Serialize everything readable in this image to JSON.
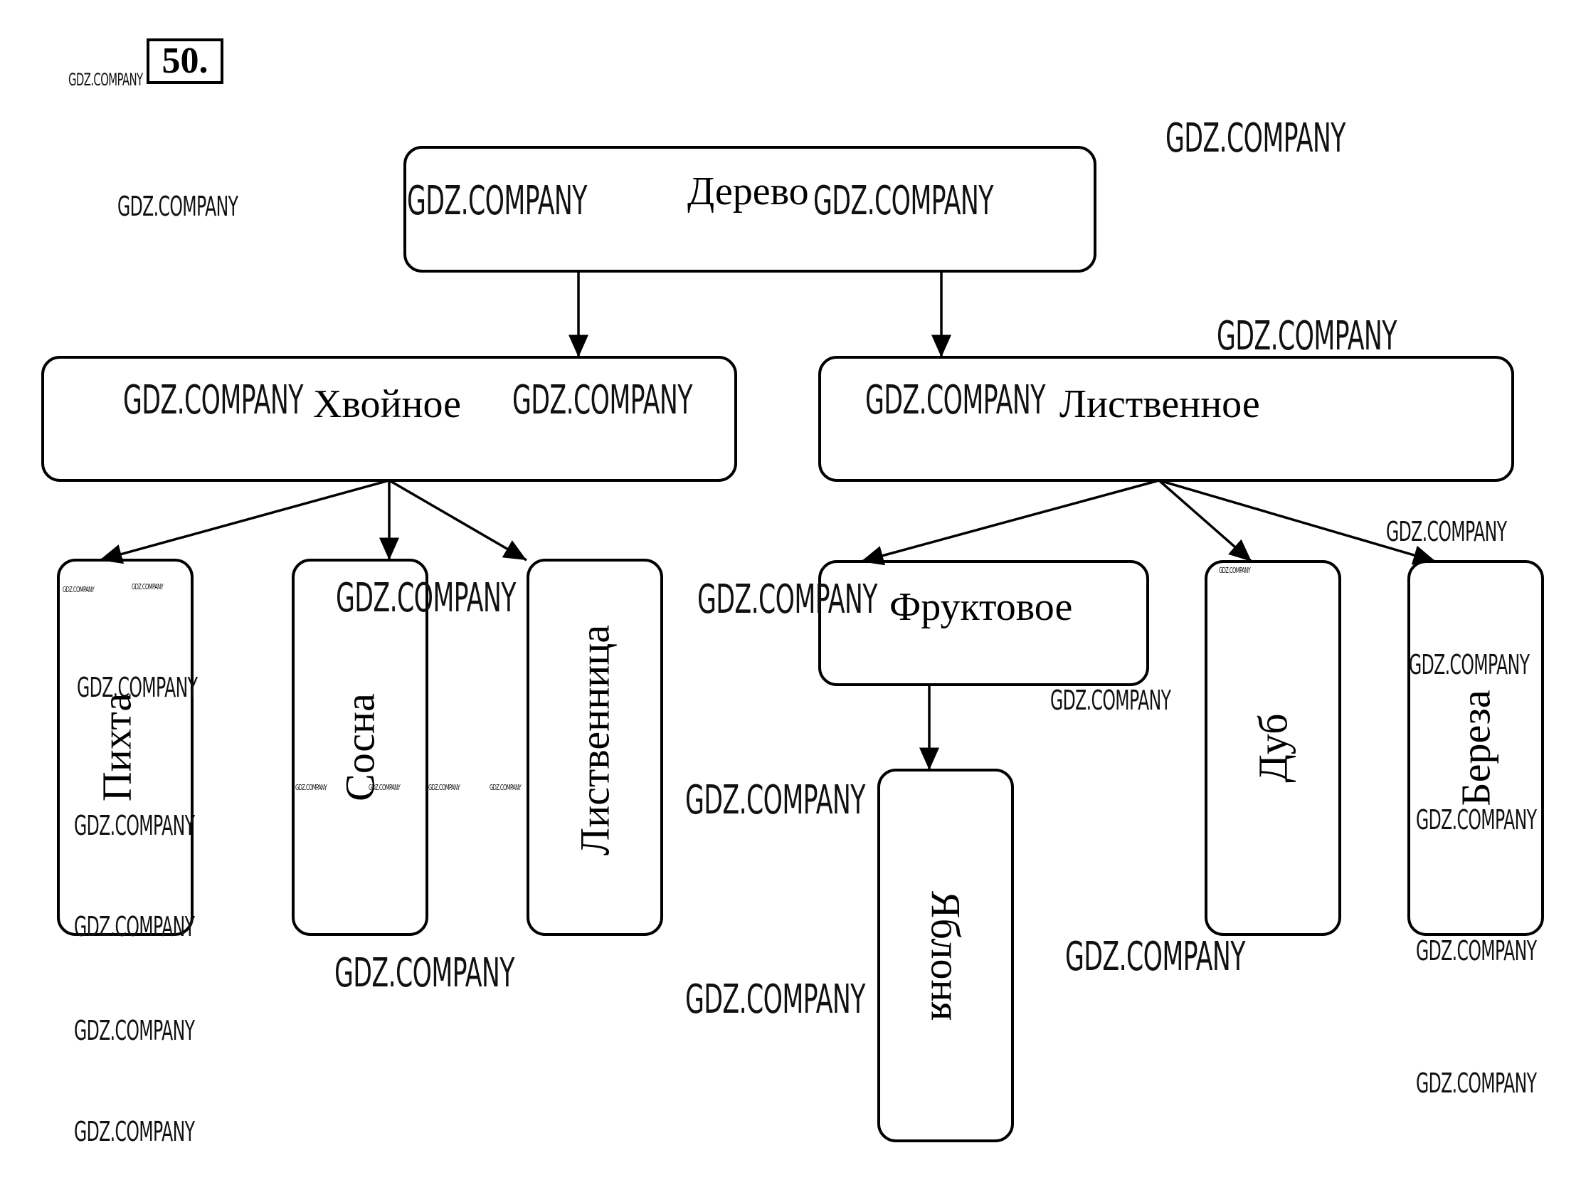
{
  "task": {
    "number_label": "50."
  },
  "diagram": {
    "type": "tree",
    "root": {
      "id": "derevo",
      "label": "Дерево"
    },
    "nodes": [
      {
        "id": "derevo",
        "label": "Дерево",
        "level": 0
      },
      {
        "id": "hvoinoe",
        "label": "Хвойное",
        "level": 1,
        "parent": "derevo"
      },
      {
        "id": "listvennoe",
        "label": "Лиственное",
        "level": 1,
        "parent": "derevo"
      },
      {
        "id": "pikhta",
        "label": "Пихта",
        "level": 2,
        "parent": "hvoinoe"
      },
      {
        "id": "sosna",
        "label": "Сосна",
        "level": 2,
        "parent": "hvoinoe"
      },
      {
        "id": "listvennitsa",
        "label": "Лиственница",
        "level": 2,
        "parent": "hvoinoe"
      },
      {
        "id": "fruktovoe",
        "label": "Фруктовое",
        "level": 2,
        "parent": "listvennoe"
      },
      {
        "id": "dub",
        "label": "Дуб",
        "level": 2,
        "parent": "listvennoe"
      },
      {
        "id": "bereza",
        "label": "Береза",
        "level": 2,
        "parent": "listvennoe"
      },
      {
        "id": "yablonya",
        "label": "Яблоня",
        "level": 3,
        "parent": "fruktovoe"
      }
    ],
    "edges": [
      {
        "from": "derevo",
        "to": "hvoinoe"
      },
      {
        "from": "derevo",
        "to": "listvennoe"
      },
      {
        "from": "hvoinoe",
        "to": "pikhta"
      },
      {
        "from": "hvoinoe",
        "to": "sosna"
      },
      {
        "from": "hvoinoe",
        "to": "listvennitsa"
      },
      {
        "from": "listvennoe",
        "to": "fruktovoe"
      },
      {
        "from": "listvennoe",
        "to": "dub"
      },
      {
        "from": "listvennoe",
        "to": "bereza"
      },
      {
        "from": "fruktovoe",
        "to": "yablonya"
      }
    ]
  },
  "watermark": {
    "text": "GDZ.COMPANY"
  }
}
